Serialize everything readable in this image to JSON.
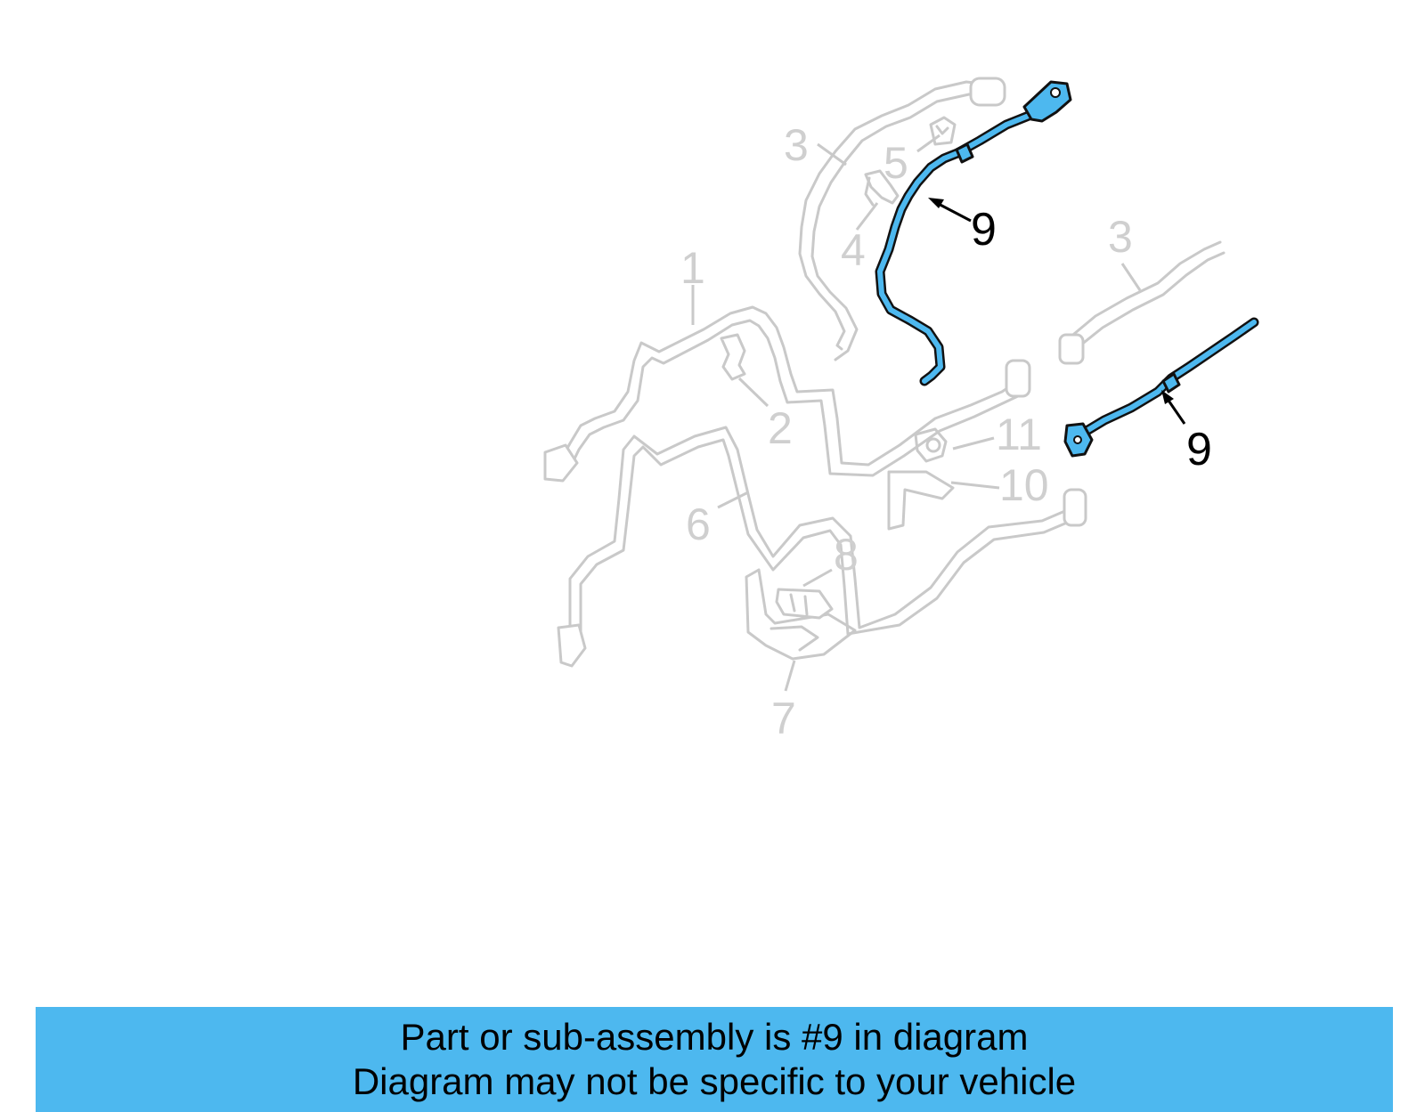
{
  "diagram": {
    "callouts": [
      {
        "id": "c1",
        "label": "1",
        "highlight": false
      },
      {
        "id": "c2",
        "label": "2",
        "highlight": false
      },
      {
        "id": "c3a",
        "label": "3",
        "highlight": false
      },
      {
        "id": "c3b",
        "label": "3",
        "highlight": false
      },
      {
        "id": "c4",
        "label": "4",
        "highlight": false
      },
      {
        "id": "c5",
        "label": "5",
        "highlight": false
      },
      {
        "id": "c6",
        "label": "6",
        "highlight": false
      },
      {
        "id": "c7",
        "label": "7",
        "highlight": false
      },
      {
        "id": "c8",
        "label": "8",
        "highlight": false
      },
      {
        "id": "c9a",
        "label": "9",
        "highlight": true
      },
      {
        "id": "c9b",
        "label": "9",
        "highlight": true
      },
      {
        "id": "c10",
        "label": "10",
        "highlight": false
      },
      {
        "id": "c11",
        "label": "11",
        "highlight": false
      }
    ],
    "highlight_color": "#4db8ef",
    "ghost_color": "#c9c9c9"
  },
  "banner": {
    "line1": "Part or sub-assembly is #9 in diagram",
    "line2": "Diagram may not be specific to your vehicle",
    "background": "#4db8ef"
  }
}
